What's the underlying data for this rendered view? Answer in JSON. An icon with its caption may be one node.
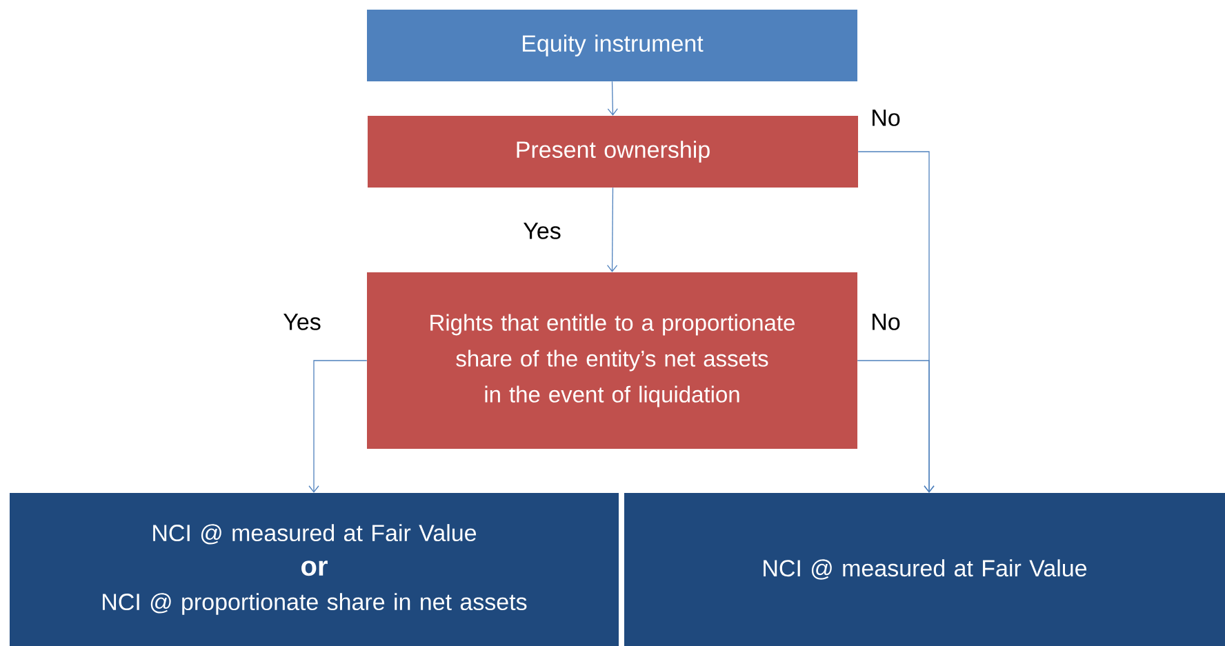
{
  "diagram": {
    "nodes": [
      {
        "text": [
          "Equity instrument"
        ]
      },
      {
        "text": [
          "Present ownership"
        ]
      },
      {
        "text": [
          "Rights that entitle to a proportionate share of the entity’s net assets in the event of liquidation"
        ]
      },
      {
        "text": [
          "NCI @ measured at Fair Value",
          "or",
          "NCI @ proportionate share in net assets"
        ]
      },
      {
        "text": [
          "NCI @ measured at Fair Value"
        ]
      }
    ],
    "edges": [
      {
        "from": 0,
        "to": 1,
        "arrow": "to"
      },
      {
        "from": 1,
        "to": 2,
        "arrow": "to",
        "label": "Yes"
      },
      {
        "from": 1,
        "to": 4,
        "arrow": "to",
        "label": "No"
      },
      {
        "from": 2,
        "to": 3,
        "arrow": "to",
        "label": "Yes"
      },
      {
        "from": 2,
        "to": 4,
        "arrow": "to",
        "label": "No"
      }
    ]
  }
}
